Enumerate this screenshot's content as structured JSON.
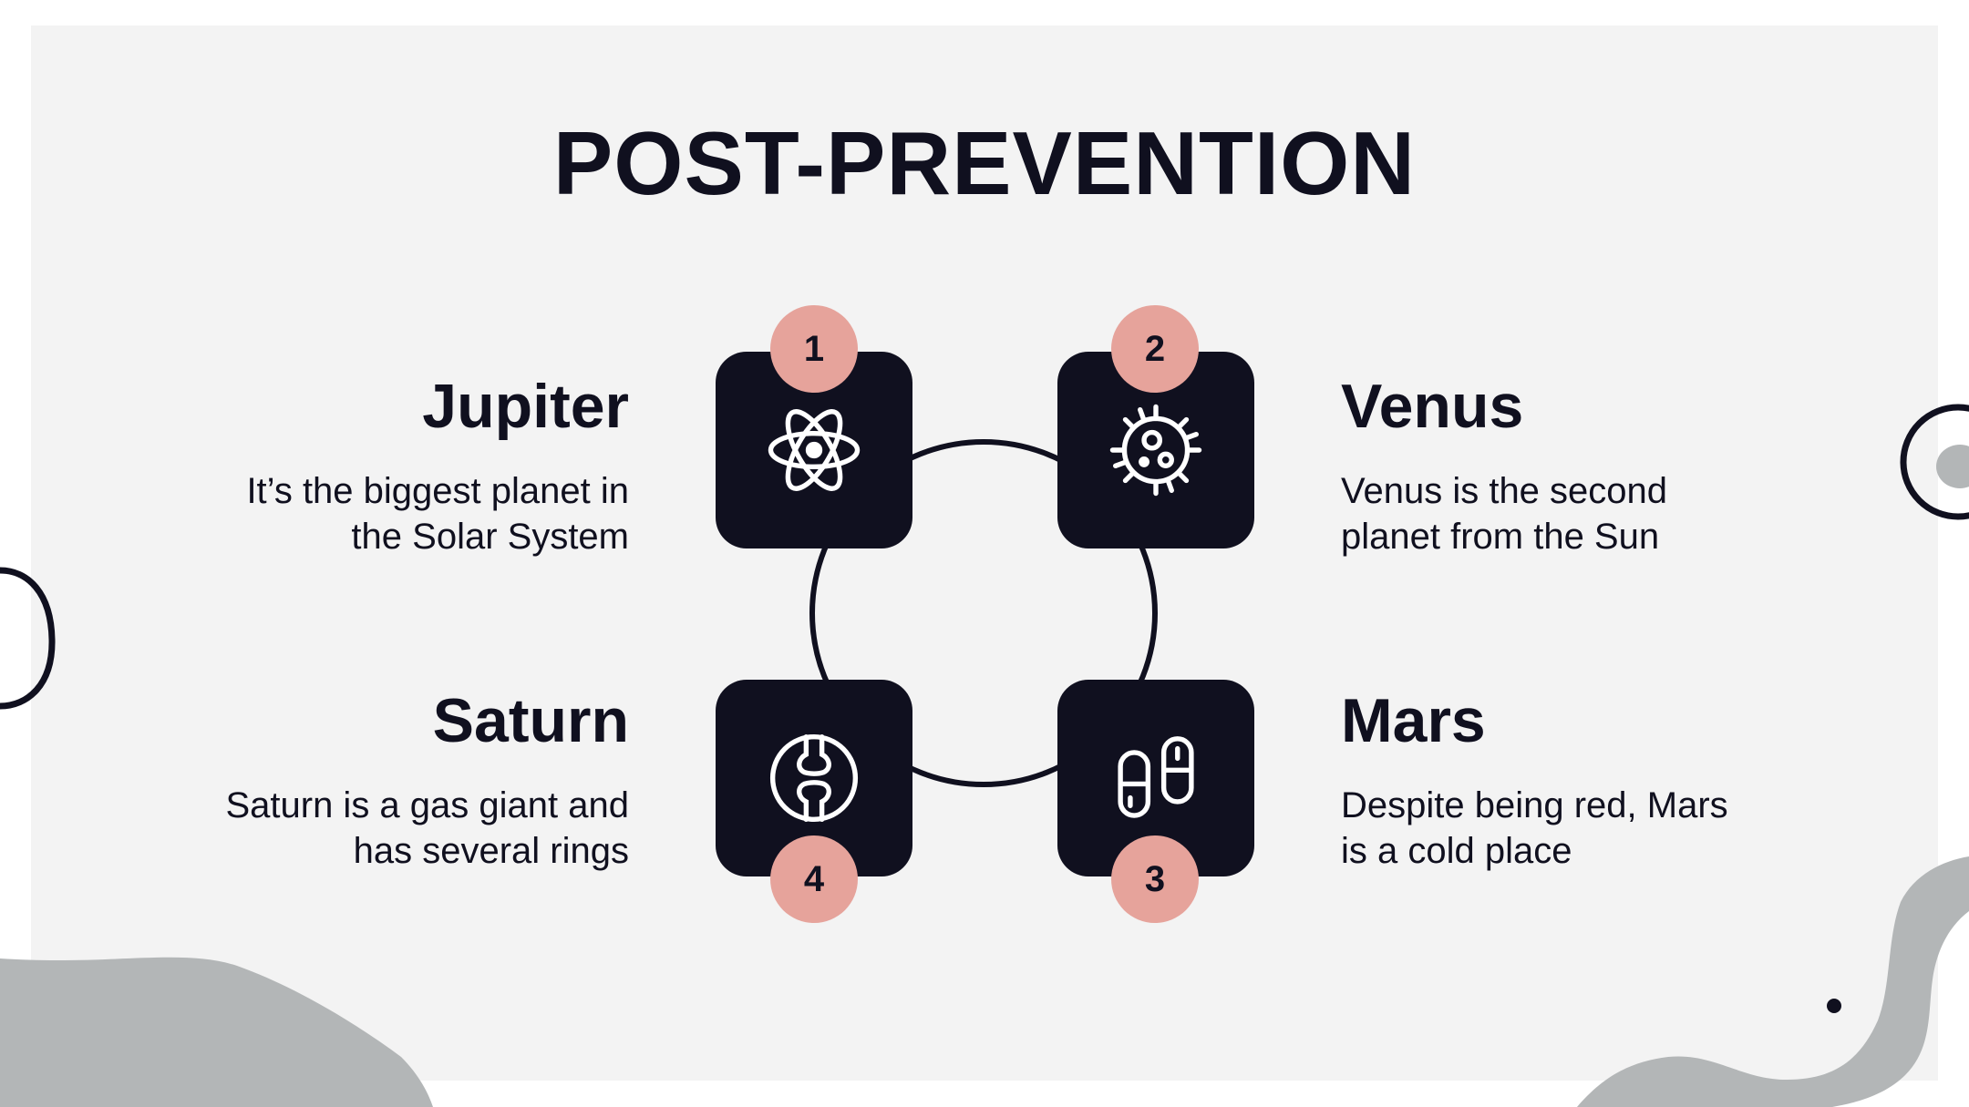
{
  "title": "POST-PREVENTION",
  "colors": {
    "dark": "#10101f",
    "accent": "#e6a39b",
    "background": "#f3f3f3",
    "decor_gray": "#b3b6b7"
  },
  "items": [
    {
      "number": "1",
      "title": "Jupiter",
      "text_line1": "It’s the biggest planet in",
      "text_line2": "the Solar System",
      "icon": "atom-icon"
    },
    {
      "number": "2",
      "title": "Venus",
      "text_line1": "Venus is the second",
      "text_line2": "planet from the Sun",
      "icon": "virus-cell-icon"
    },
    {
      "number": "3",
      "title": "Mars",
      "text_line1": "Despite being red, Mars",
      "text_line2": "is a cold place",
      "icon": "pills-icon"
    },
    {
      "number": "4",
      "title": "Saturn",
      "text_line1": "Saturn is a gas giant and",
      "text_line2": "has several rings",
      "icon": "joint-bone-icon"
    }
  ]
}
